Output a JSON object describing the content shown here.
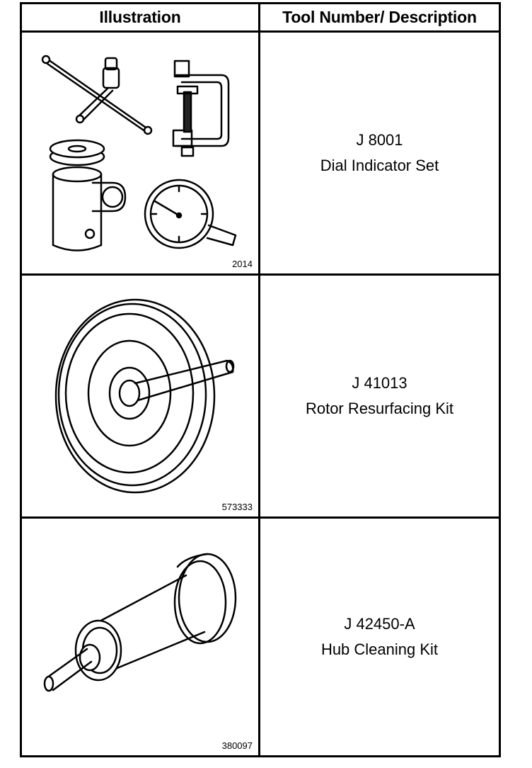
{
  "table": {
    "headers": {
      "illustration": "Illustration",
      "description": "Tool Number/ Description"
    },
    "rows": [
      {
        "figure_number": "2014",
        "tool_number": "J 8001",
        "description": "Dial Indicator Set"
      },
      {
        "figure_number": "573333",
        "tool_number": "J 41013",
        "description": "Rotor Resurfacing Kit"
      },
      {
        "figure_number": "380097",
        "tool_number": "J 42450-A",
        "description": "Hub Cleaning Kit"
      }
    ]
  }
}
